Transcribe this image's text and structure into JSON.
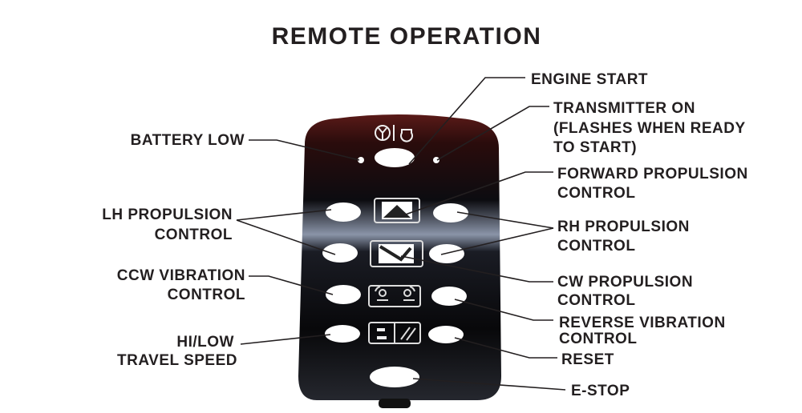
{
  "title": "REMOTE OPERATION",
  "labels": {
    "engine_start": "ENGINE START",
    "transmitter_on": [
      "TRANSMITTER ON",
      "(FLASHES WHEN READY",
      "TO START)"
    ],
    "battery_low": "BATTERY LOW",
    "forward_propulsion": [
      "FORWARD PROPULSION",
      "CONTROL"
    ],
    "lh_propulsion": [
      "LH PROPULSION",
      "CONTROL"
    ],
    "rh_propulsion": [
      "RH PROPULSION",
      "CONTROL"
    ],
    "ccw_vibration": [
      "CCW VIBRATION",
      "CONTROL"
    ],
    "cw_propulsion": [
      "CW PROPULSION",
      "CONTROL"
    ],
    "reverse_vibration": [
      "REVERSE VIBRATION",
      "CONTROL"
    ],
    "hi_low": [
      "HI/LOW",
      "TRAVEL SPEED"
    ],
    "reset": "RESET",
    "e_stop": "E-STOP"
  },
  "colors": {
    "panel": "#0c0c0e",
    "panel_top": "#4a1414",
    "text": "#231f20"
  }
}
